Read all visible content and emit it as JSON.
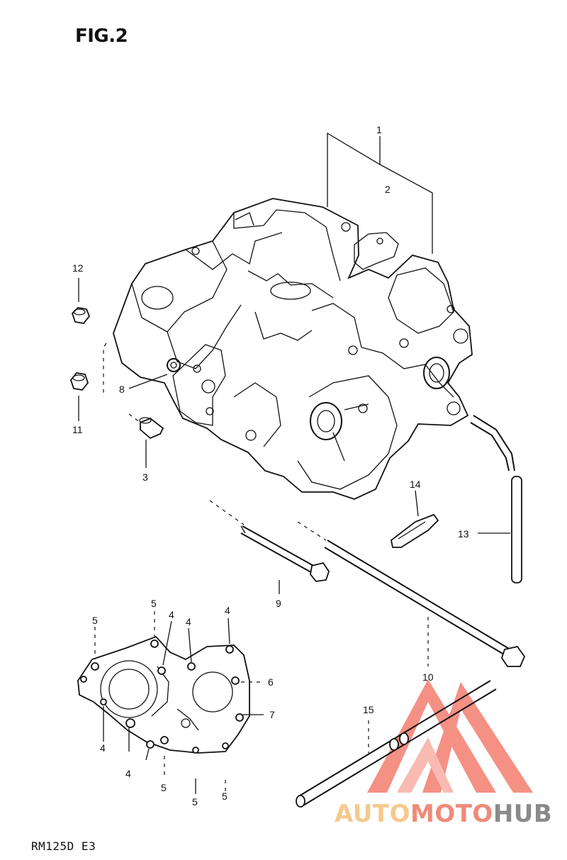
{
  "figure": {
    "title": "FIG.2",
    "model_code": "RM125D  E3"
  },
  "callouts": [
    {
      "id": "c1",
      "text": "1"
    },
    {
      "id": "c2",
      "text": "2"
    },
    {
      "id": "c3",
      "text": "3"
    },
    {
      "id": "c8",
      "text": "8"
    },
    {
      "id": "c9",
      "text": "9"
    },
    {
      "id": "c10",
      "text": "10"
    },
    {
      "id": "c11",
      "text": "11"
    },
    {
      "id": "c12",
      "text": "12"
    },
    {
      "id": "c13",
      "text": "13"
    },
    {
      "id": "c14",
      "text": "14"
    },
    {
      "id": "c15",
      "text": "15"
    },
    {
      "id": "c4a",
      "text": "4"
    },
    {
      "id": "c4b",
      "text": "4"
    },
    {
      "id": "c4c",
      "text": "4"
    },
    {
      "id": "c4d",
      "text": "4"
    },
    {
      "id": "c4e",
      "text": "4"
    },
    {
      "id": "c5a",
      "text": "5"
    },
    {
      "id": "c5b",
      "text": "5"
    },
    {
      "id": "c5c",
      "text": "5"
    },
    {
      "id": "c5d",
      "text": "5"
    },
    {
      "id": "c5e",
      "text": "5"
    },
    {
      "id": "c6",
      "text": "6"
    },
    {
      "id": "c7",
      "text": "7"
    }
  ],
  "watermark": {
    "part1": "AUTO",
    "part2": "MOTO",
    "part3": "HUB",
    "colors": {
      "auto": "#f5c98e",
      "moto": "#f08a7a",
      "hub": "#8a8a8a",
      "triangle": "#f26b5b"
    }
  },
  "icons": {
    "logo": "automotohub-triangle-logo"
  }
}
